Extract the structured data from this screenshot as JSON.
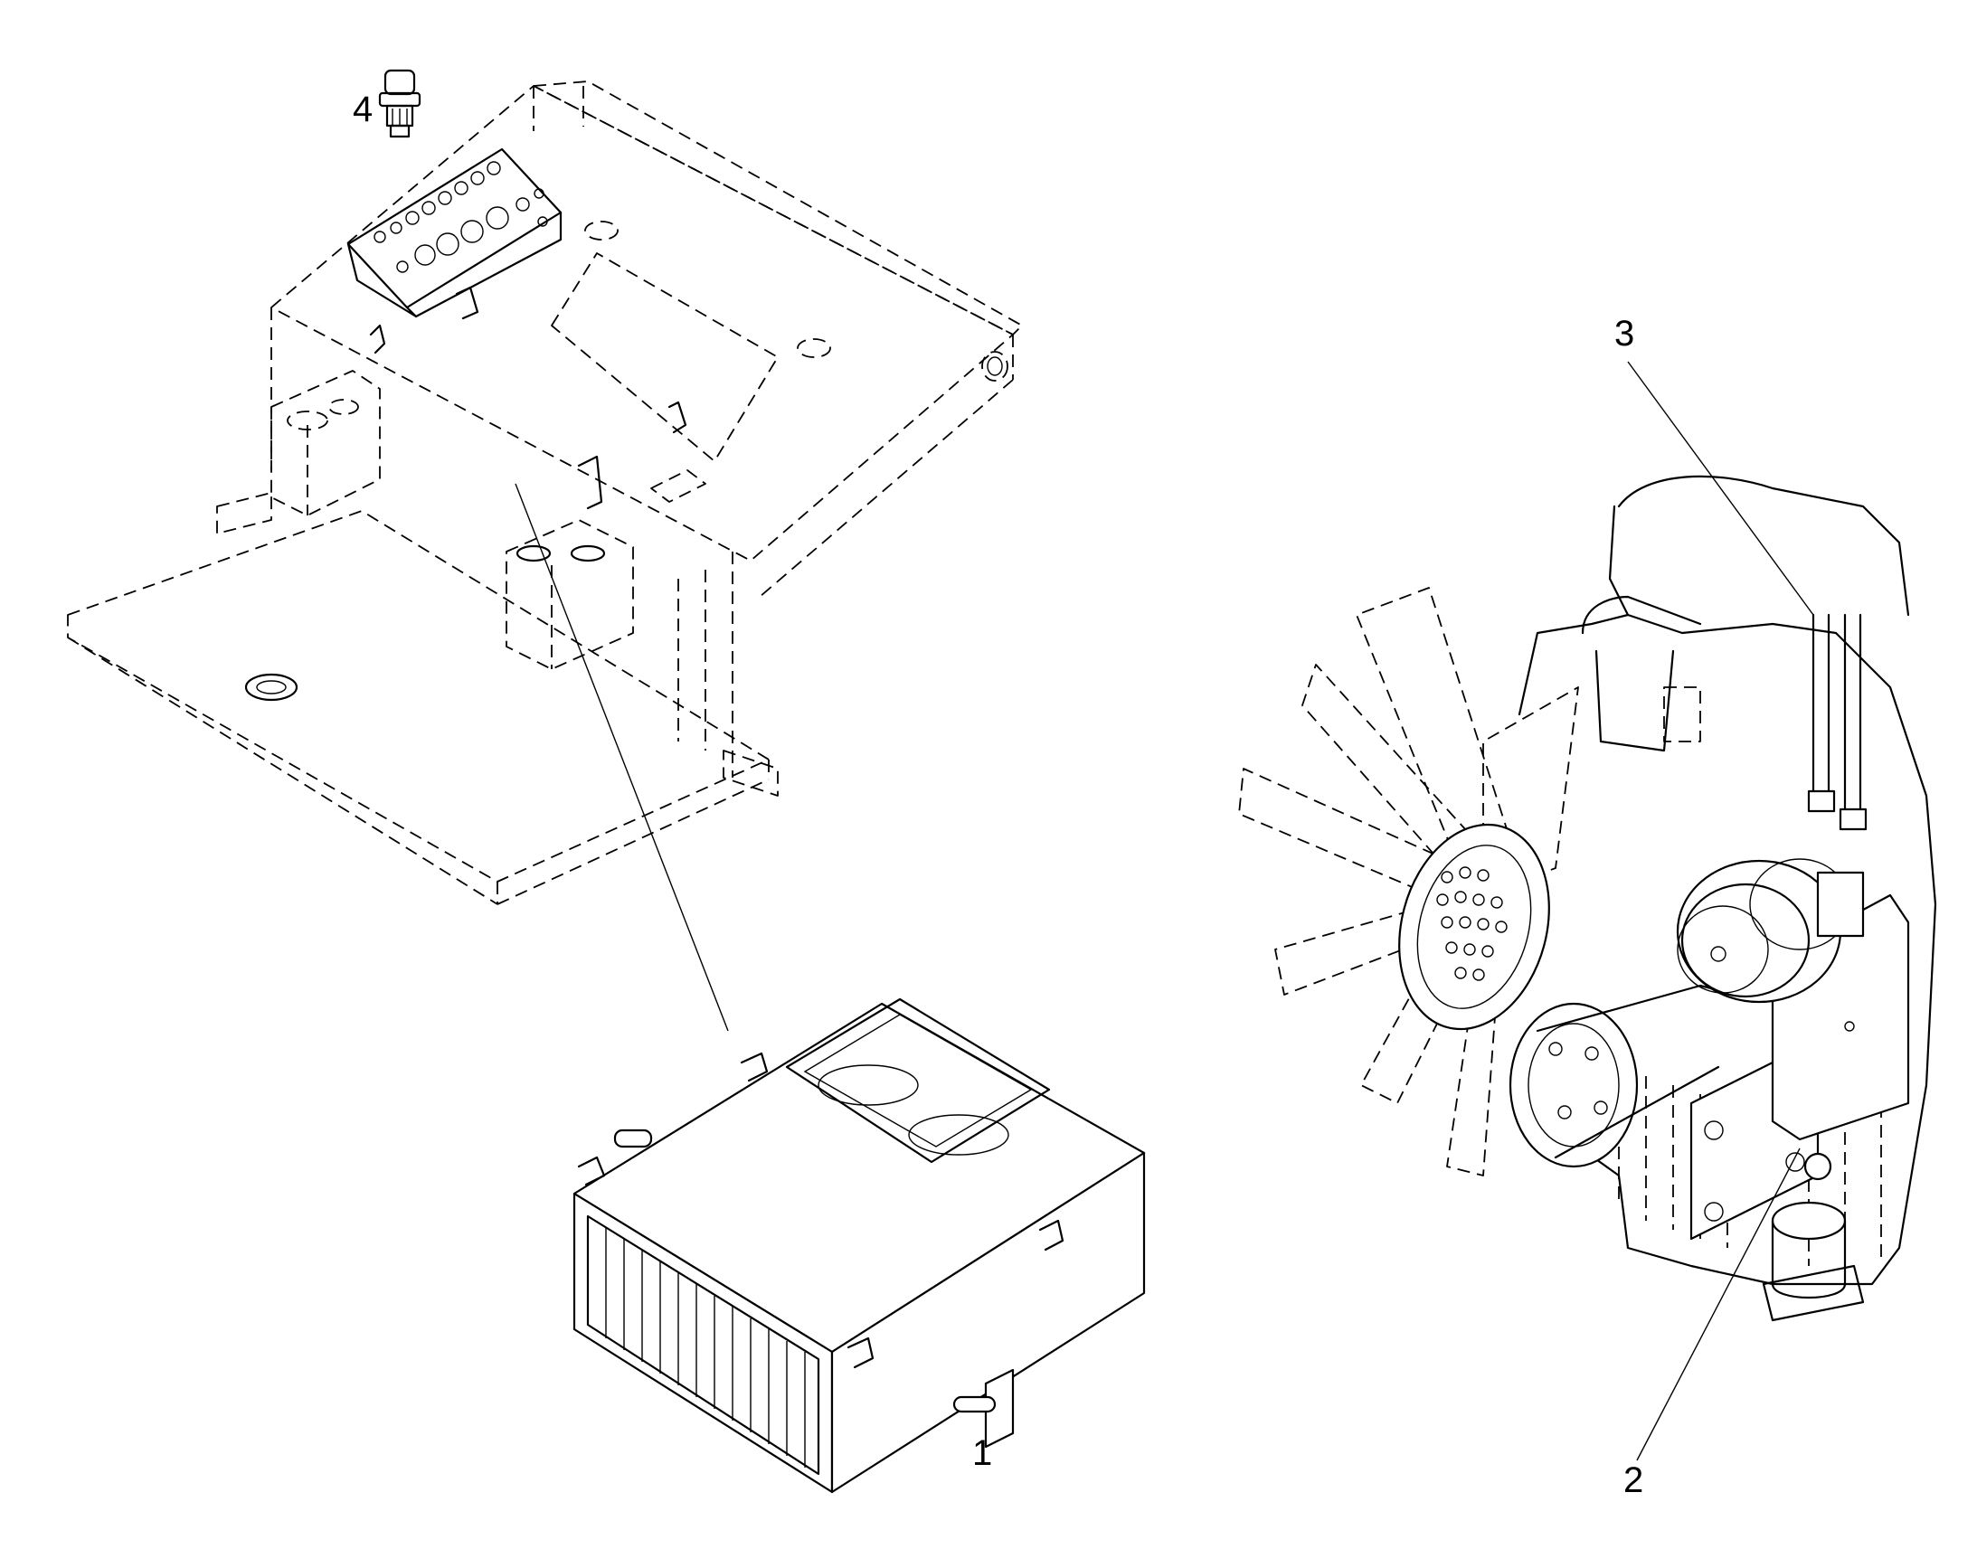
{
  "callouts": [
    {
      "id": "1",
      "label": "1"
    },
    {
      "id": "2",
      "label": "2"
    },
    {
      "id": "3",
      "label": "3"
    },
    {
      "id": "4",
      "label": "4"
    }
  ],
  "colors": {
    "line": "#000000",
    "background": "#ffffff"
  },
  "icons": [
    "pushbutton-switch-icon",
    "control-panel-icon",
    "air-conditioning-unit-icon",
    "engine-compressor-icon"
  ]
}
